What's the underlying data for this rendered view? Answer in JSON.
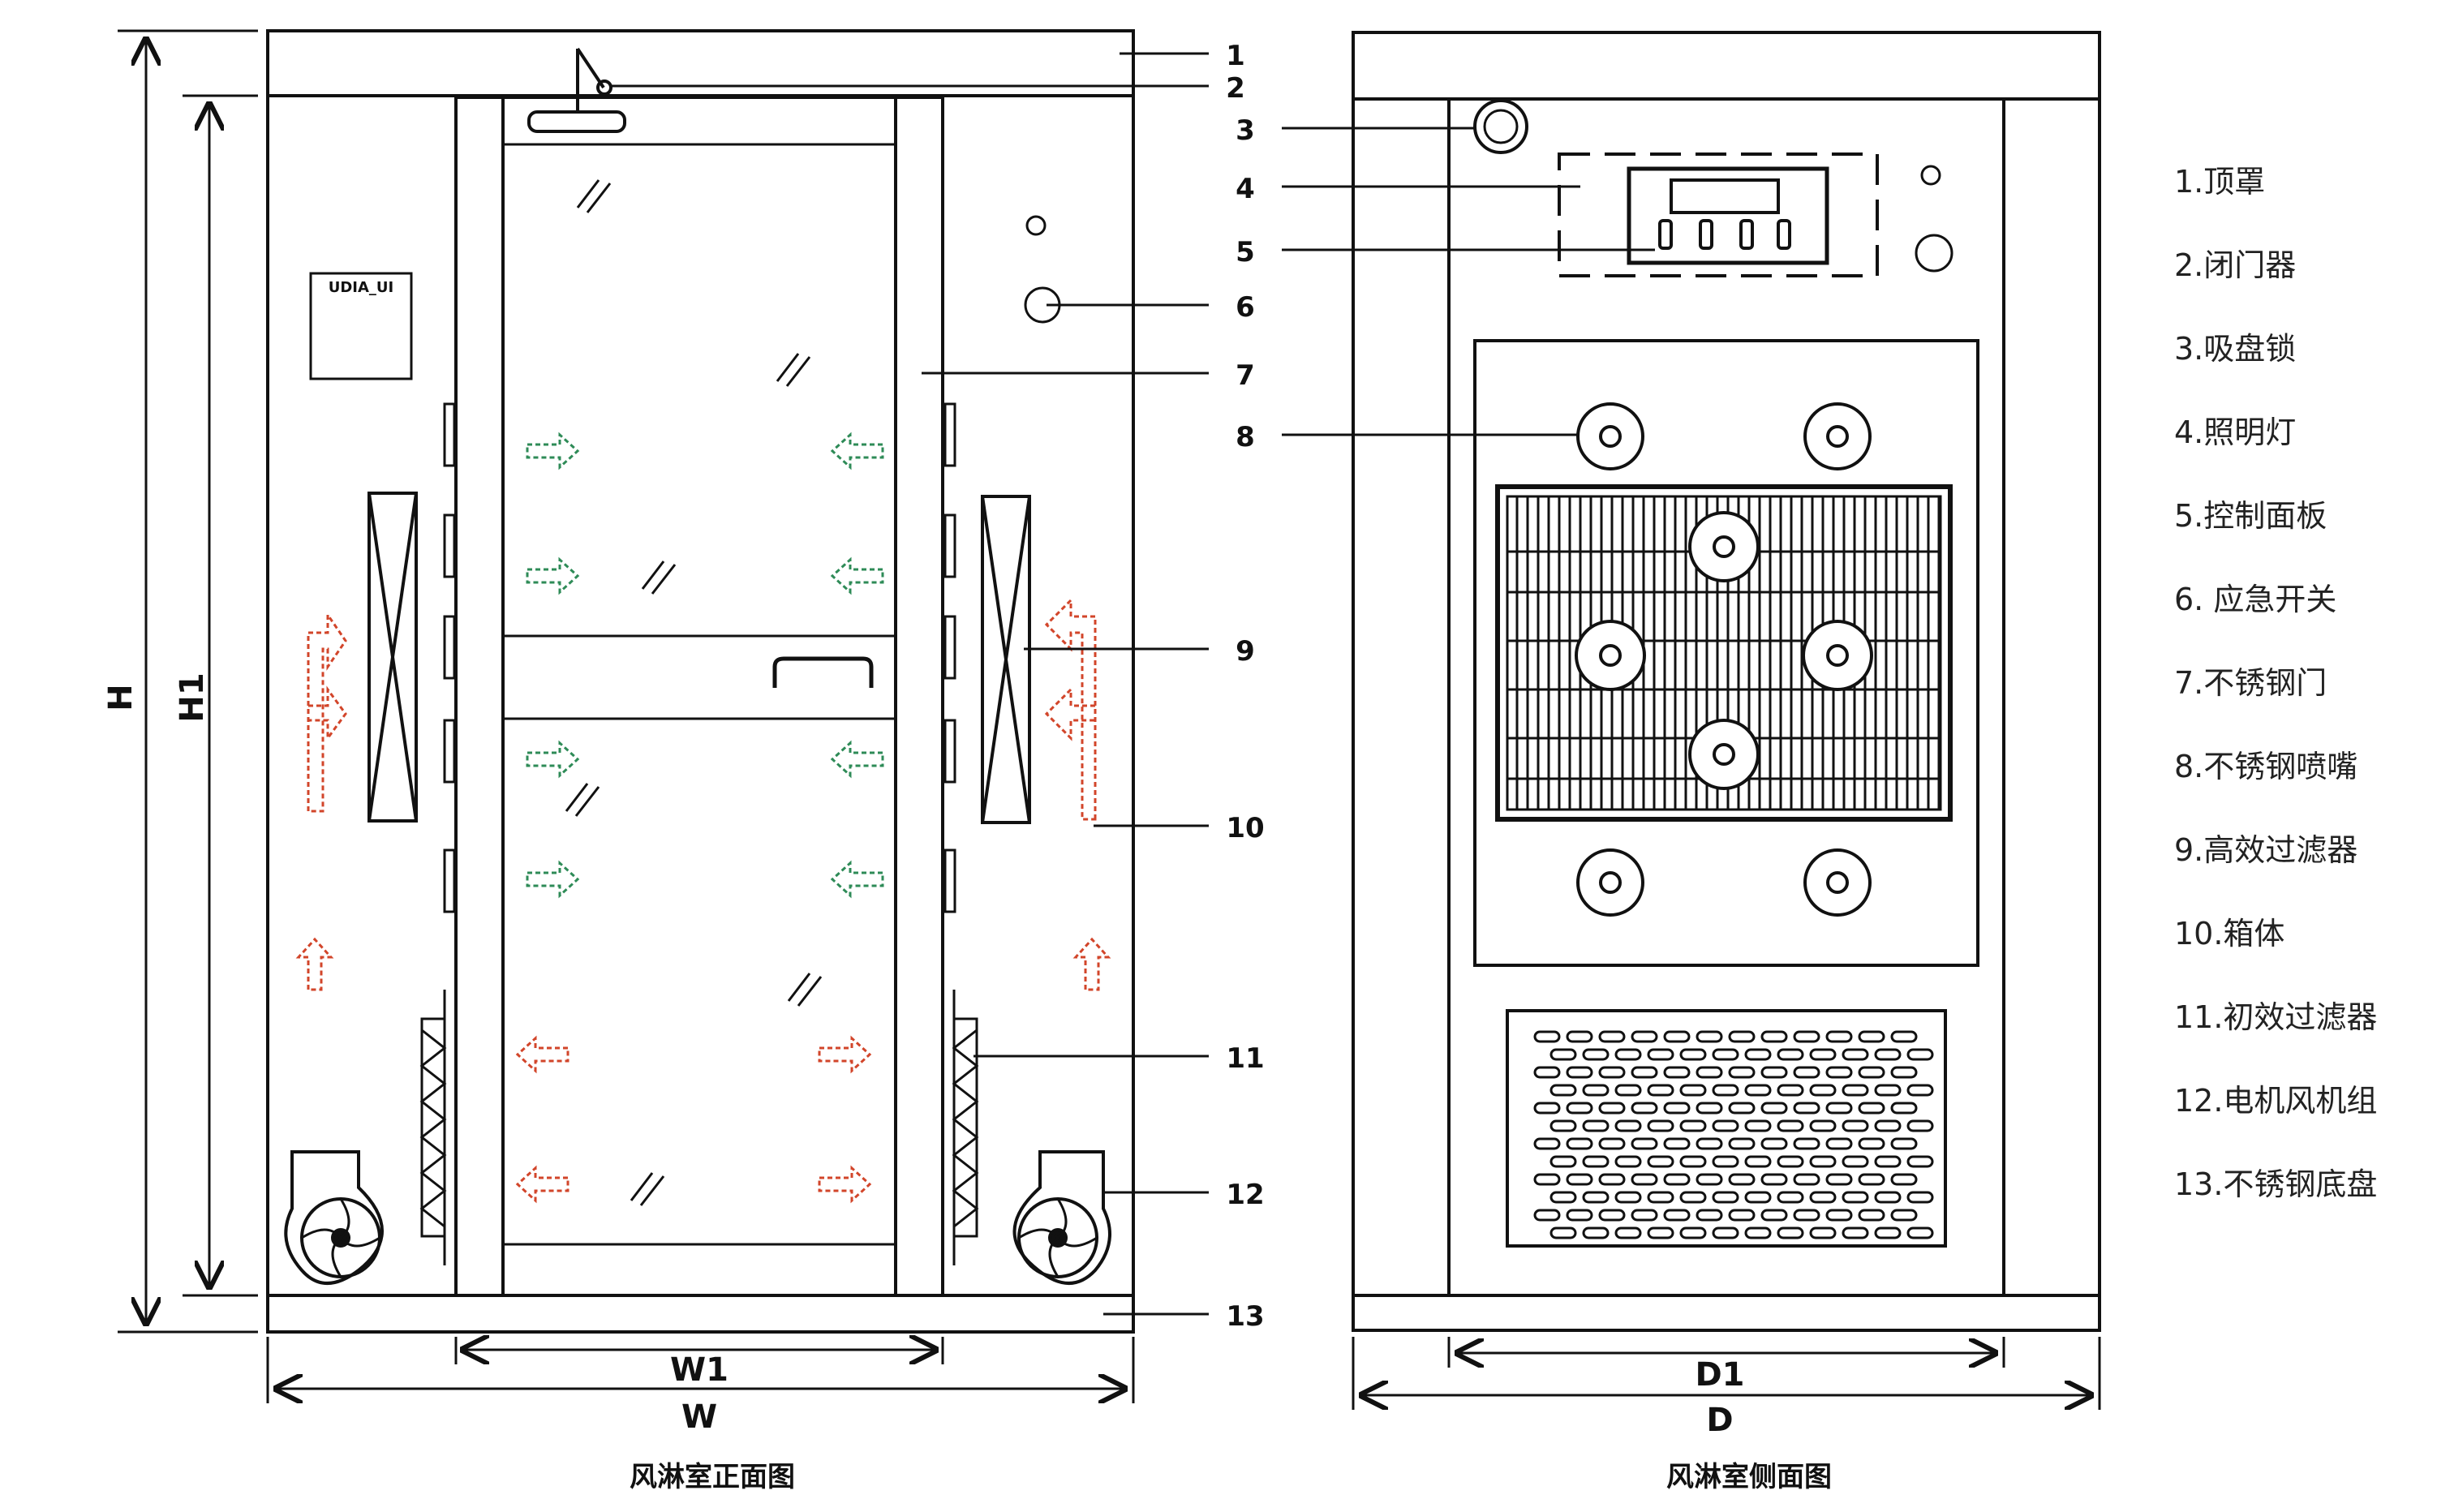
{
  "captions": {
    "front": "风淋室正面图",
    "side": "风淋室侧面图"
  },
  "dimensions": {
    "H": "H",
    "H1": "H1",
    "W": "W",
    "W1": "W1",
    "D": "D",
    "D1": "D1"
  },
  "callout_numbers": [
    "1",
    "2",
    "3",
    "4",
    "5",
    "6",
    "7",
    "8",
    "9",
    "10",
    "11",
    "12",
    "13"
  ],
  "legend": [
    "1.顶罩",
    "2.闭门器",
    "3.吸盘锁",
    "4.照明灯",
    "5.控制面板",
    "6. 应急开关",
    "7.不锈钢门",
    "8.不锈钢喷嘴",
    "9.高效过滤器",
    "10.箱体",
    "11.初效过滤器",
    "12.电机风机组",
    "13.不锈钢底盘"
  ],
  "control_panel_label": "UDIA_UI",
  "colors": {
    "line": "#111111",
    "nozzle_airflow": "#2e8b57",
    "return_airflow": "#d2452a"
  }
}
